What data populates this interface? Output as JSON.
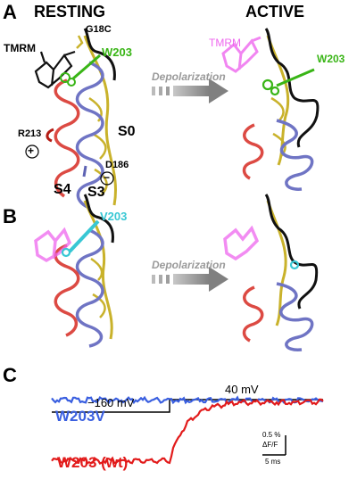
{
  "panels": {
    "a": "A",
    "b": "B",
    "c": "C"
  },
  "headers": {
    "resting": "RESTING",
    "active": "ACTIVE"
  },
  "panel_a": {
    "tmrm": "TMRM",
    "g18c": "G18C",
    "w203": "W203",
    "w203_active": "W203",
    "tmrm_active": "TMRM",
    "r213": "R213",
    "d186": "D186",
    "s0": "S0",
    "s4": "S4",
    "s3": "S3",
    "arrow": "Depolarization",
    "plus": "+",
    "minus": "−"
  },
  "panel_b": {
    "v203": "V203",
    "arrow": "Depolarization"
  },
  "panel_c": {
    "v_hold": "−160 mV",
    "v_step": "40 mV",
    "trace_w203v": "W203V",
    "trace_w203": "W203 (wt)",
    "scale_y": "0.5 %",
    "scale_y2": "ΔF/F",
    "scale_x": "5 ms"
  },
  "colors": {
    "s4_red": "#d62a22",
    "s3_blue": "#6f74c4",
    "s0_yellow": "#c9b22b",
    "linker": "#111111",
    "tmrm_pink": "#ee66ee",
    "trp_green": "#39b516",
    "val_cyan": "#38c7d4",
    "trace_blue": "#3a5fe0",
    "trace_red": "#e21b1b",
    "arrow_gray": "#8c8c8c"
  }
}
